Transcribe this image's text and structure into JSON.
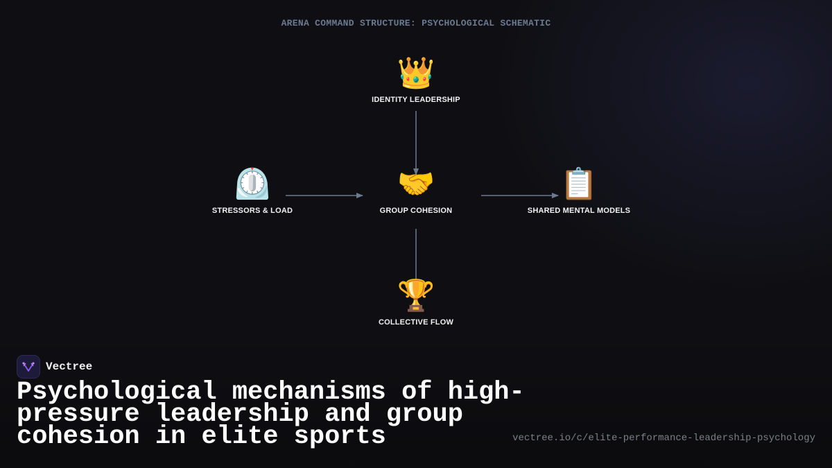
{
  "diagram": {
    "title": "ARENA COMMAND STRUCTURE: PSYCHOLOGICAL SCHEMATIC",
    "nodes": {
      "identity": {
        "icon": "👑",
        "icon_name": "crown-icon",
        "label": "IDENTITY LEADERSHIP"
      },
      "stressors": {
        "icon": "⏲️",
        "icon_name": "timer-clock-icon",
        "label": "STRESSORS & LOAD"
      },
      "cohesion": {
        "icon": "🤝",
        "icon_name": "handshake-icon",
        "label": "GROUP COHESION"
      },
      "models": {
        "icon": "📋",
        "icon_name": "clipboard-icon",
        "label": "SHARED MENTAL MODELS"
      },
      "flow": {
        "icon": "🏆",
        "icon_name": "trophy-icon",
        "label": "COLLECTIVE FLOW"
      }
    },
    "edges": [
      {
        "from": "IDENTITY LEADERSHIP",
        "to": "GROUP COHESION"
      },
      {
        "from": "STRESSORS & LOAD",
        "to": "GROUP COHESION"
      },
      {
        "from": "GROUP COHESION",
        "to": "SHARED MENTAL MODELS"
      },
      {
        "from": "GROUP COHESION",
        "to": "COLLECTIVE FLOW"
      }
    ],
    "edge_color": "#6b7a90"
  },
  "brand": {
    "name": "Vectree",
    "logo_color": "#8b5cf6"
  },
  "headline": "Psychological mechanisms of high-pressure leadership and group cohesion in elite sports",
  "url": "vectree.io/c/elite-performance-leadership-psychology"
}
